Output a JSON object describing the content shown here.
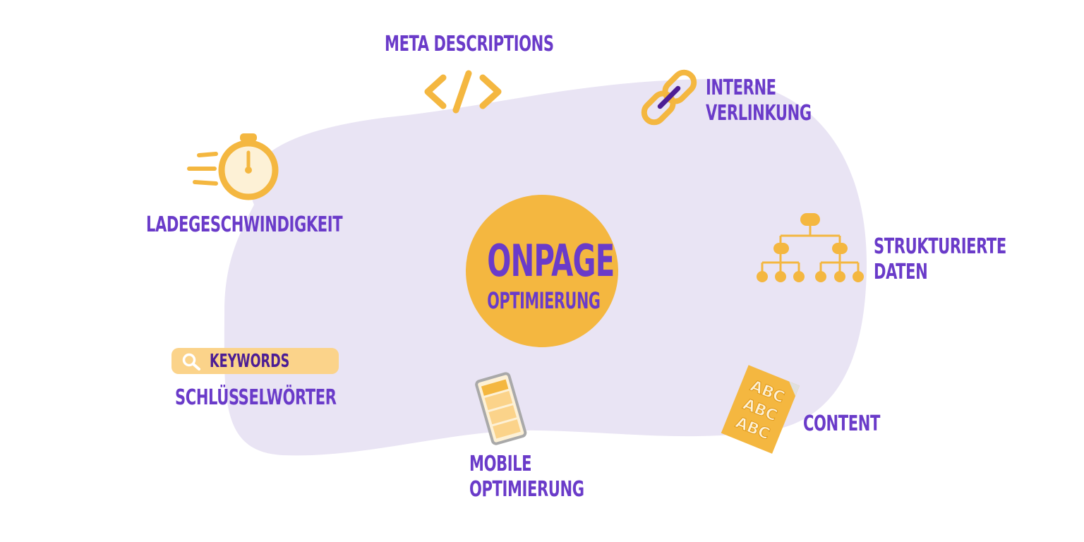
{
  "center": {
    "title": "ONPAGE",
    "subtitle": "OPTIMIERUNG"
  },
  "topics": {
    "meta": "META DESCRIPTIONS",
    "internal_line1": "INTERNE",
    "internal_line2": "VERLINKUNG",
    "speed": "LADEGESCHWINDIGKEIT",
    "structured_line1": "STRUKTURIERTE",
    "structured_line2": "DATEN",
    "keywords_search": "KEYWORDS",
    "keywords": "SCHLÜSSELWÖRTER",
    "mobile_line1": "MOBILE",
    "mobile_line2": "OPTIMIERUNG",
    "content": "CONTENT",
    "abc": "ABC"
  },
  "icons": {
    "meta": "code-brackets-icon",
    "internal": "chain-link-icon",
    "speed": "stopwatch-icon",
    "structured": "hierarchy-tree-icon",
    "keywords": "search-icon",
    "mobile": "smartphone-icon",
    "content": "text-document-icon"
  },
  "colors": {
    "text": "#6a3bc9",
    "accent": "#f4b740",
    "accent_light": "#fbd38a",
    "blob": "#e9e4f4",
    "icon_fill_light": "#fdf1d6"
  }
}
